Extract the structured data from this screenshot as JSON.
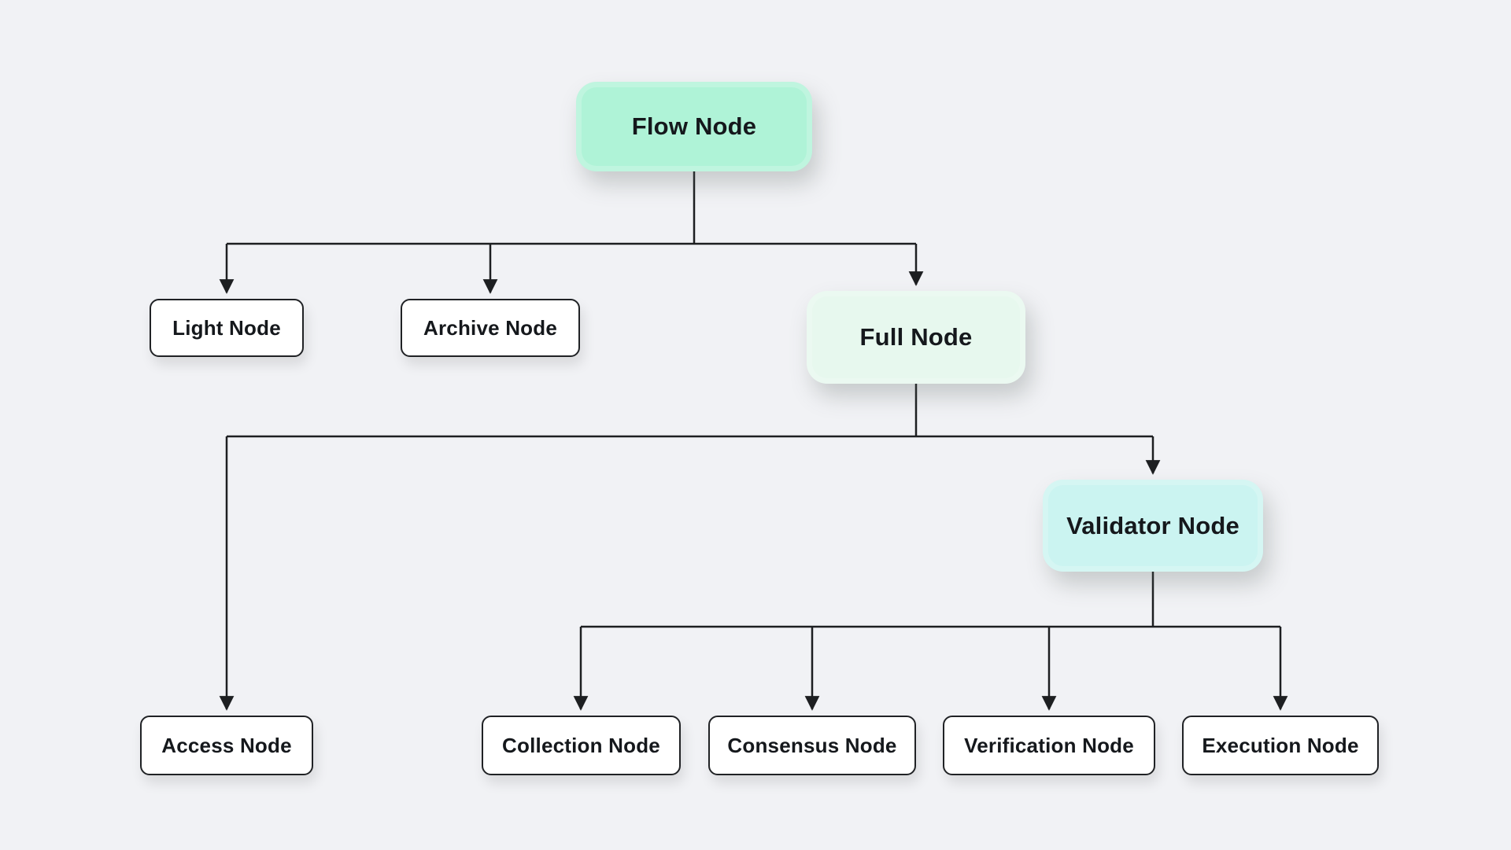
{
  "colors": {
    "background": "#f1f2f5",
    "line": "#1d1f21",
    "flow_fill": "#aff3d7",
    "full_fill": "#e7f8ee",
    "validator_fill": "#cbf4f1",
    "leaf_fill": "#ffffff",
    "text": "#15181c"
  },
  "diagram": {
    "nodes": {
      "flow": {
        "label": "Flow Node"
      },
      "light": {
        "label": "Light Node"
      },
      "archive": {
        "label": "Archive Node"
      },
      "full": {
        "label": "Full Node"
      },
      "access": {
        "label": "Access Node"
      },
      "validator": {
        "label": "Validator Node"
      },
      "collection": {
        "label": "Collection Node"
      },
      "consensus": {
        "label": "Consensus Node"
      },
      "verification": {
        "label": "Verification Node"
      },
      "execution": {
        "label": "Execution Node"
      }
    },
    "edges": [
      {
        "from": "flow",
        "to": "light"
      },
      {
        "from": "flow",
        "to": "archive"
      },
      {
        "from": "flow",
        "to": "full"
      },
      {
        "from": "full",
        "to": "access"
      },
      {
        "from": "full",
        "to": "validator"
      },
      {
        "from": "validator",
        "to": "collection"
      },
      {
        "from": "validator",
        "to": "consensus"
      },
      {
        "from": "validator",
        "to": "verification"
      },
      {
        "from": "validator",
        "to": "execution"
      }
    ]
  }
}
